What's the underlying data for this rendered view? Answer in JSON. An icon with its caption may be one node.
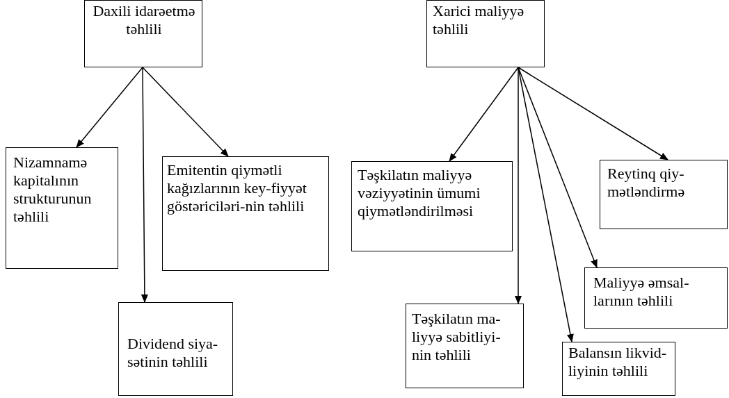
{
  "diagram": {
    "nodes": [
      {
        "text": [
          "Daxili idarəetmə təhlili"
        ]
      },
      {
        "text": [
          "Nizamnamə kapitalının strukturunun təhlili"
        ]
      },
      {
        "text": [
          "Dividend siya-sətinin təhlili"
        ]
      },
      {
        "text": [
          "Emitentin qiymətli kağızlarının key-fiyyət göstəriciləri-nin təhlili"
        ]
      },
      {
        "text": [
          "Xarici maliyyə təhlili"
        ]
      },
      {
        "text": [
          "Təşkilatın maliyyə vəziyyətinin ümumi qiymətləndirilməsi"
        ]
      },
      {
        "text": [
          "Təşkilatın ma-liyyə sabitliyi-nin təhlili"
        ]
      },
      {
        "text": [
          "Balansın likvid-liyinin təhlili"
        ]
      },
      {
        "text": [
          "Maliyyə əmsal-larının təhlili"
        ]
      },
      {
        "text": [
          "Reytinq qiy-mətləndirmə"
        ]
      }
    ],
    "edges": [
      {
        "from": 0,
        "to": 1,
        "arrow": "to"
      },
      {
        "from": 0,
        "to": 2,
        "arrow": "to"
      },
      {
        "from": 0,
        "to": 3,
        "arrow": "to"
      },
      {
        "from": 4,
        "to": 5,
        "arrow": "to"
      },
      {
        "from": 4,
        "to": 6,
        "arrow": "to"
      },
      {
        "from": 4,
        "to": 7,
        "arrow": "to"
      },
      {
        "from": 4,
        "to": 8,
        "arrow": "to"
      },
      {
        "from": 4,
        "to": 9,
        "arrow": "to"
      }
    ]
  }
}
